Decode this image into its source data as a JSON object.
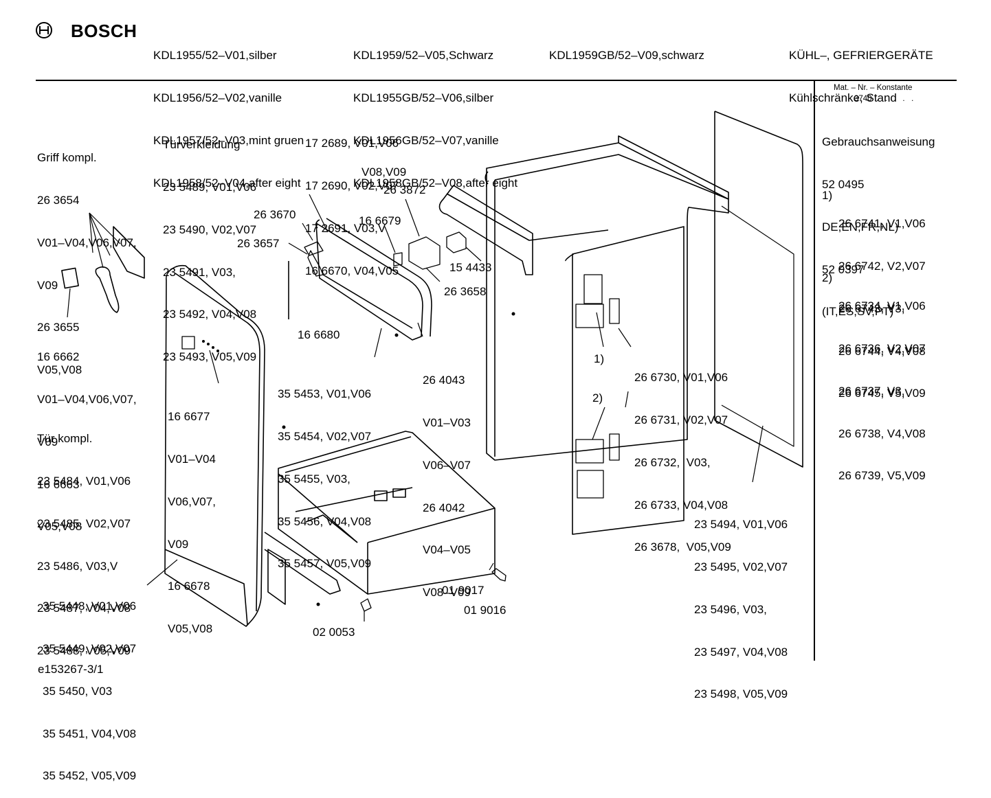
{
  "header": {
    "brand": "BOSCH",
    "models_col1": [
      "KDL1955/52–V01,silber",
      "KDL1956/52–V02,vanille",
      "KDL1957/52–V03,mint gruen",
      "KDL1958/52–V04,after eight"
    ],
    "models_col2": [
      "KDL1959/52–V05,Schwarz",
      "KDL1955GB/52–V06,silber",
      "KDL1956GB/52–V07,vanille",
      "KDL1958GB/52–V08,after eight"
    ],
    "models_col3": [
      "KDL1959GB/52–V09,schwarz"
    ],
    "category": [
      "KÜHL–, GEFRIERGERÄTE",
      "Kühlschränke, Stand"
    ]
  },
  "sidebar": {
    "mat_label": "Mat. – Nr. – Konstante",
    "mat_value": "3740  .   .   .   .   .",
    "lines": [
      "Gebrauchsanweisung",
      "52 0495",
      "DE,EN,FR,NL)",
      "52 0397",
      "(IT,ES,SV,PT)"
    ],
    "group1_marker": "1)",
    "group1": [
      "26 6741, V1,V06",
      "26 6742, V2,V07",
      "26 6743, V3,",
      "26 6744, V4,V08",
      "26 6745, V5,V09"
    ],
    "group2_marker": "2)",
    "group2": [
      "26 6734, V1,V06",
      "26 6736, V2,V07",
      "26 6737, V3,",
      "26 6738, V4,V08",
      "26 6739, V5,V09"
    ]
  },
  "labels": {
    "griff": [
      "Griff kompl.",
      "26 3654",
      "V01–V04,V06,V07,",
      "V09",
      "26 3655",
      "V05,V08"
    ],
    "turverkleidung": [
      "Türverkleidung",
      "23 5489, V01,V06",
      "23 5490, V02,V07",
      "23 5491, V03,",
      "23 5492, V04,V08",
      "23 5493, V05,V09"
    ],
    "top_center": [
      "17 2689, V01,V06",
      "17 2690, V02,V07",
      "17 2691, V03,V",
      "16 6670, V04,V05"
    ],
    "top_center_extra": "V08,V09",
    "p263872": "26 3872",
    "p263670": "26 3670",
    "p166679": "16 6679",
    "p263657": "26 3657",
    "p154433": "15 4433",
    "p263658": "26 3658",
    "p166680": "16 6680",
    "p166662": [
      "16 6662",
      "V01–V04,V06,V07,",
      "V09",
      "16 6663",
      "V05,V08"
    ],
    "tur_kompl": [
      "Tür kompl.",
      "23 5484, V01,V06",
      "23 5485, V02,V07",
      "23 5486, V03,V",
      "23 5487, V04,V08",
      "23 5488, V05,V09"
    ],
    "p166677": [
      "16 6677",
      "V01–V04",
      "V06,V07,",
      "V09",
      "16 6678",
      "V05,V08"
    ],
    "p355453": [
      "35 5453, V01,V06",
      "35 5454, V02,V07",
      "35 5455, V03,",
      "35 5456, V04,V08",
      "35 5457, V05,V09"
    ],
    "p264043": [
      "26 4043",
      "V01–V03",
      "V06–V07",
      "26 4042",
      "V04–V05",
      "V08–V09"
    ],
    "hinge_marker1": "1)",
    "hinge_marker2": "2)",
    "p266730": [
      "26 6730, V01,V06",
      "26 6731, V02,V07",
      "26 6732,  V03,",
      "26 6733, V04,V08",
      "26 3678,  V05,V09"
    ],
    "p235494": [
      "23 5494, V01,V06",
      "23 5495, V02,V07",
      "23 5496, V03,",
      "23 5497, V04,V08",
      "23 5498, V05,V09"
    ],
    "p355448": [
      "35 5448, V01,V06",
      "35 5449, V02,V07",
      "35 5450, V03",
      "35 5451, V04,V08",
      "35 5452, V05,V09"
    ],
    "p019017": "01 9017",
    "p019016": "01 9016",
    "p020053": "02 0053"
  },
  "footer": {
    "code": "e153267-3/1"
  }
}
